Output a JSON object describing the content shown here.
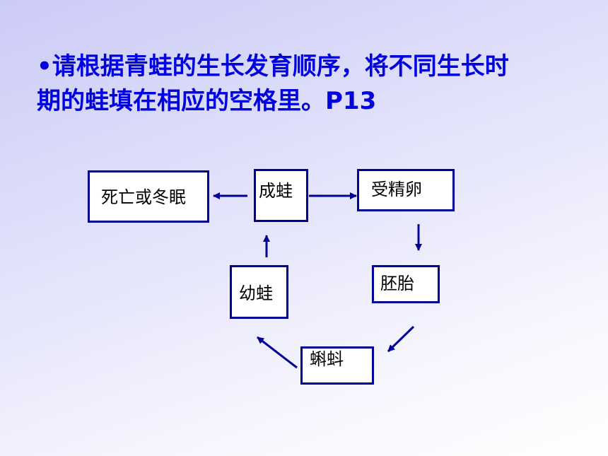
{
  "question": {
    "line1": "•请根据青蛙的生长发育顺序，将不同生长时",
    "line2": "期的蛙填在相应的空格里。P13"
  },
  "diagram": {
    "nodes": {
      "death": "死亡或冬眠",
      "adult": "成蛙",
      "egg": "受精卵",
      "embryo": "胚胎",
      "tadpole": "蝌蚪",
      "young": "幼蛙"
    }
  },
  "colors": {
    "title": "#0000e0",
    "box_border": "#000099",
    "arrow": "#000099"
  }
}
